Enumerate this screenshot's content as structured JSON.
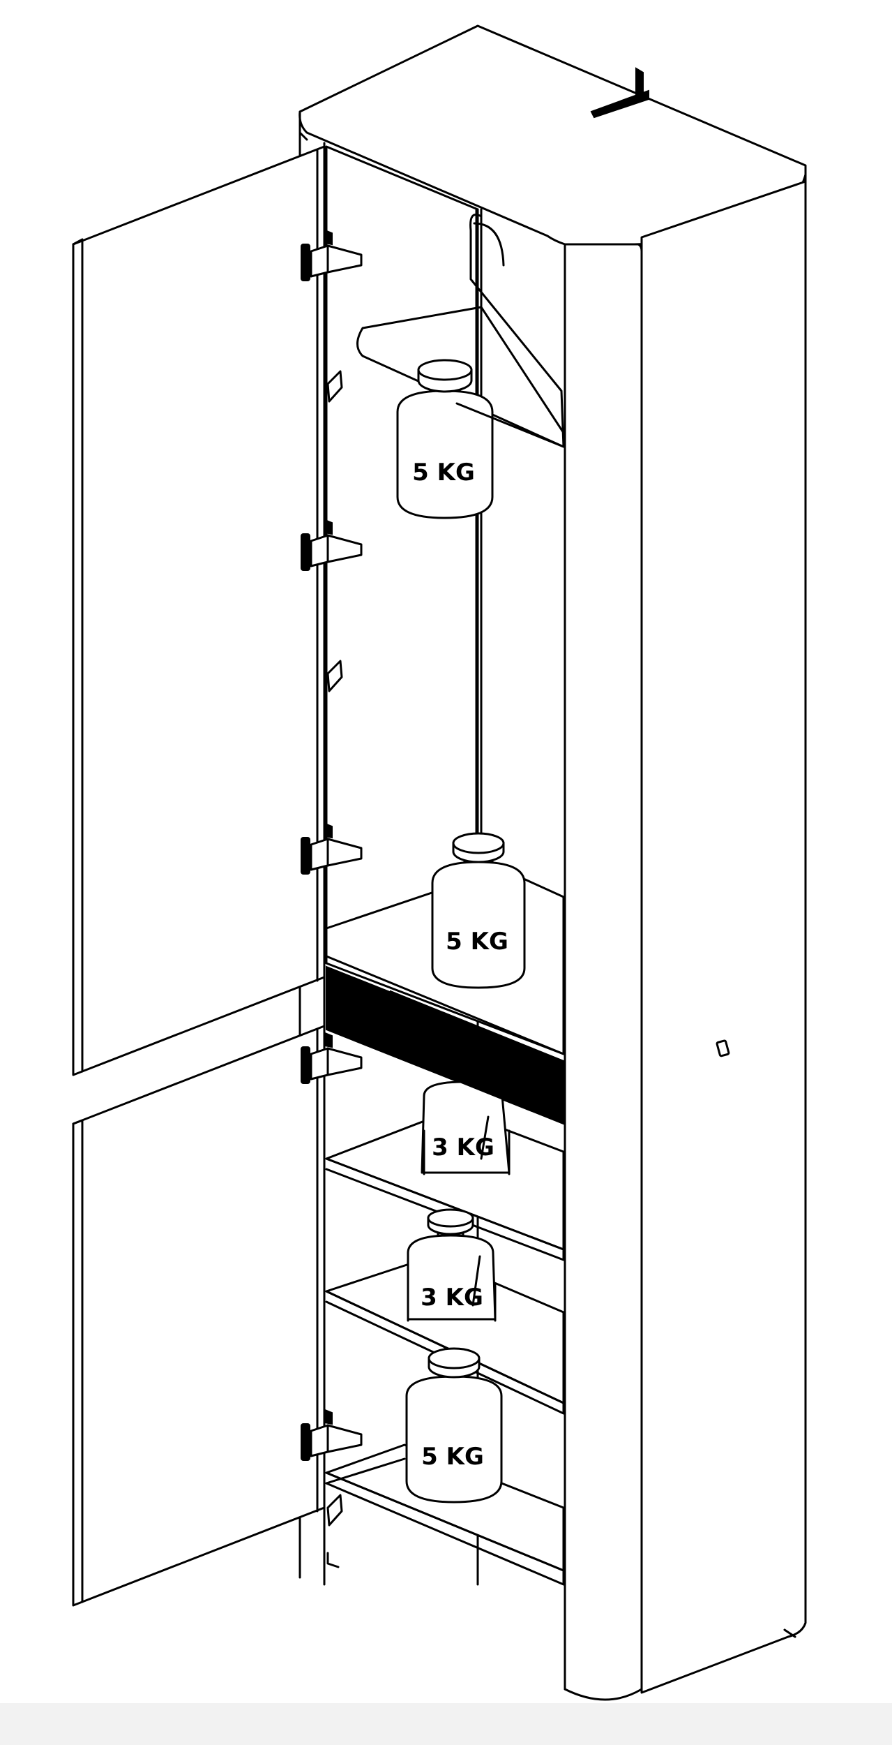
{
  "diagram": {
    "colors": {
      "line": "#000000",
      "paper": "#ffffff",
      "floor": "#f2f2f2"
    },
    "weights": [
      {
        "id": "hanger-weight",
        "label": "5 KG"
      },
      {
        "id": "upper-shelf-weight",
        "label": "5 KG"
      },
      {
        "id": "second-shelf-weight",
        "label": "3 KG"
      },
      {
        "id": "third-shelf-weight",
        "label": "3 KG"
      },
      {
        "id": "bottom-shelf-weight",
        "label": "5 KG"
      }
    ]
  }
}
